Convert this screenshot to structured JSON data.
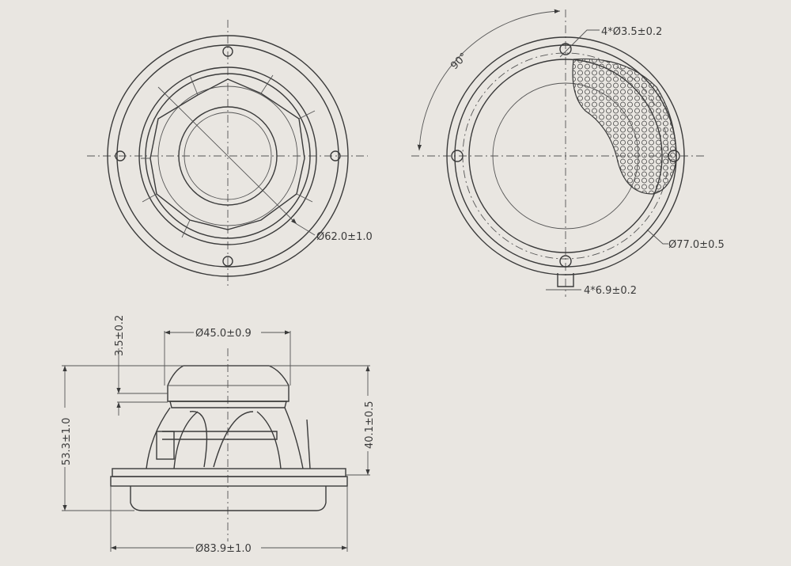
{
  "front_view": {
    "diameter_label": "Ø62.0±1.0"
  },
  "rear_view": {
    "hole_label": "4*Ø3.5±0.2",
    "angle_label": "90°",
    "diameter_label": "Ø77.0±0.5",
    "tab_label": "4*6.9±0.2"
  },
  "side_view": {
    "magnet_diameter_label": "Ø45.0±0.9",
    "magnet_thickness_label": "3.5±0.2",
    "total_height_label": "53.3±1.0",
    "mount_height_label": "40.1±0.5",
    "frame_diameter_label": "Ø83.9±1.0"
  },
  "colors": {
    "paper": "#e9e6e1",
    "ink": "#3a3a3a"
  }
}
